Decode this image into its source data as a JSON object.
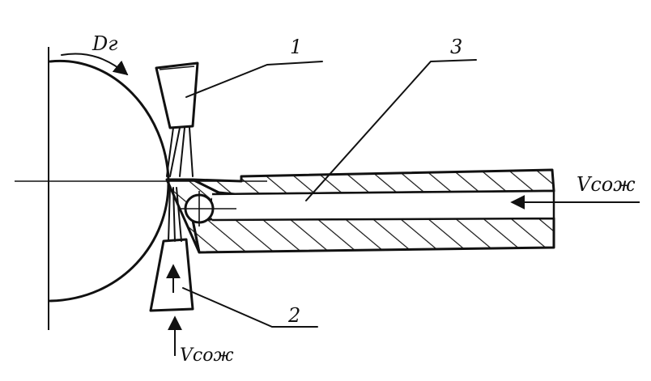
{
  "diagram": {
    "labels": {
      "roll_rotation": "Dг",
      "nozzle_top": "1",
      "nozzle_bottom": "2",
      "cutter": "3",
      "coolant_right": "Vсож",
      "coolant_bottom": "Vсож"
    },
    "colors": {
      "ink": "#111111",
      "background": "#ffffff"
    }
  }
}
